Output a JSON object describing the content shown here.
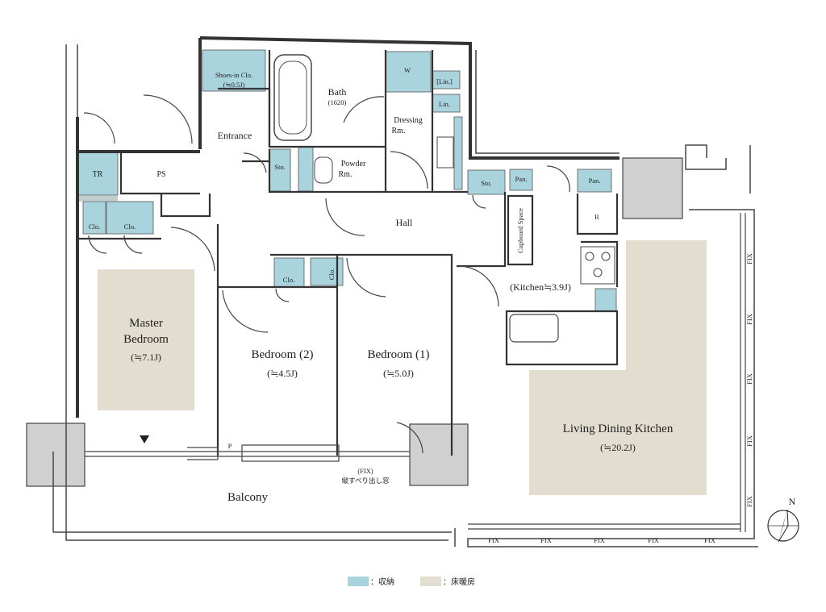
{
  "rooms": {
    "master_bedroom": {
      "name_line1": "Master",
      "name_line2": "Bedroom",
      "size": "(≒7.1J)"
    },
    "bedroom2": {
      "name": "Bedroom (2)",
      "size": "(≒4.5J)"
    },
    "bedroom1": {
      "name": "Bedroom (1)",
      "size": "(≒5.0J)"
    },
    "ldk": {
      "name": "Living Dining Kitchen",
      "size": "(≒20.2J)"
    },
    "kitchen": {
      "label": "(Kitchen≒3.9J)"
    },
    "entrance": {
      "name": "Entrance"
    },
    "bath": {
      "name": "Bath",
      "size": "(1620)"
    },
    "dressing": {
      "name_line1": "Dressing",
      "name_line2": "Rm."
    },
    "powder": {
      "name_line1": "Powder",
      "name_line2": "Rm."
    },
    "hall": {
      "name": "Hall"
    },
    "balcony": {
      "name": "Balcony"
    },
    "shoes_in": {
      "name_line1": "Shoes-in Clo.",
      "name_line2": "(≒0.5J)"
    }
  },
  "storage": {
    "tr": "TR",
    "ps": "PS",
    "clo": "Clo.",
    "sto": "Sto.",
    "pan": "Pan.",
    "lin": "Lin.",
    "lin_bracket": "[Lin.]",
    "w": "W",
    "r": "R",
    "p": "P",
    "cupboard": "Cupboard Space"
  },
  "windows": {
    "fix": "FIX",
    "fix_paren": "(FIX)",
    "vertical_slide": "縦すべり出し窓"
  },
  "legend": {
    "storage_label": "：収納",
    "floor_heating_label": "：床暖房",
    "storage_color": "#a9d3dd",
    "floor_heating_color": "#e3ddd0"
  },
  "compass": {
    "north": "N"
  }
}
